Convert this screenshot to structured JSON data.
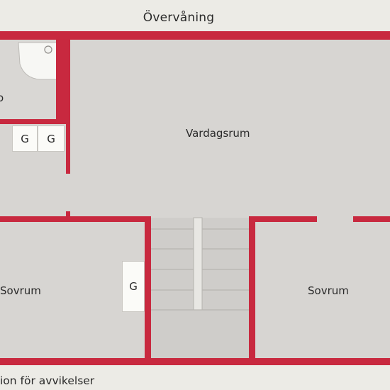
{
  "floor": {
    "title": "Övervåning"
  },
  "rooms": {
    "living_room": "Vardagsrum",
    "bedroom_left": "Sovrum",
    "bedroom_right": "Sovrum"
  },
  "storage": {
    "g1": "G",
    "g2": "G",
    "g3": "G"
  },
  "edge_text": "o",
  "footer": {
    "note": "ion för avvikelser"
  },
  "colors": {
    "wall": "#c8293f",
    "floor": "#d7d5d2",
    "paper": "#ecebe6",
    "stair": "#cfcdca",
    "bath": "#f7f7f4"
  }
}
